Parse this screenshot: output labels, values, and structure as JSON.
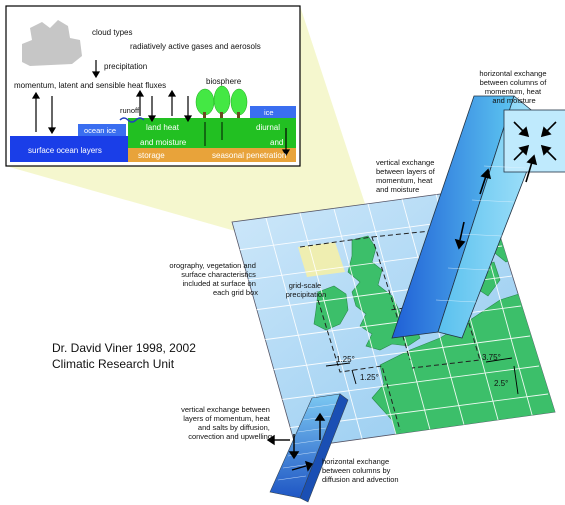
{
  "inset": {
    "cloud_types": "cloud types",
    "gases_aerosols": "radiatively active gases and aerosols",
    "precipitation": "precipitation",
    "momentum_fluxes": "momentum, latent and sensible heat fluxes",
    "biosphere": "biosphere",
    "runoff": "runoff",
    "ice": "ice",
    "ocean_ice": "ocean ice",
    "land_heat": "land heat",
    "diurnal": "diurnal",
    "and_moisture": "and moisture",
    "and": "and",
    "surface_ocean_layers": "surface ocean layers",
    "storage": "storage",
    "seasonal_penetration": "seasonal penetration"
  },
  "labels": {
    "horiz_exchange_atm": [
      "horizontal exchange",
      "between columns of",
      "momentum, heat",
      "and moisture"
    ],
    "vert_exchange_atm": [
      "vertical exchange",
      "between layers of",
      "momentum, heat",
      "and moisture"
    ],
    "orography": [
      "orography, vegetation and",
      "surface characteristics",
      "included at surface on",
      "each grid box"
    ],
    "grid_scale_precip": [
      "grid-scale",
      "precipitation"
    ],
    "vert_exchange_ocean": [
      "vertical exchange between",
      "layers of momentum, heat",
      "and salts by diffusion,",
      "convection and upwelling"
    ],
    "horiz_exchange_ocean": [
      "horizontal exchange",
      "between columns by",
      "diffusion and advection"
    ]
  },
  "credit": {
    "line1": "Dr. David Viner 1998, 2002",
    "line2": "Climatic Research Unit"
  },
  "grid": {
    "res_fine_lon": "1.25°",
    "res_fine_lat": "1.25°",
    "res_coarse_lon": "3.75°",
    "res_coarse_lat": "2.5°"
  },
  "colors": {
    "sea": "#9fd0f0",
    "land": "#3cbf6a",
    "column": "#4aa8e0",
    "ocean_column": "#2b72c8",
    "spotlight": "#f2f5c0",
    "inset_green": "#22c022",
    "inset_blue": "#1a3ee8",
    "inset_orange": "#e8a33a"
  }
}
